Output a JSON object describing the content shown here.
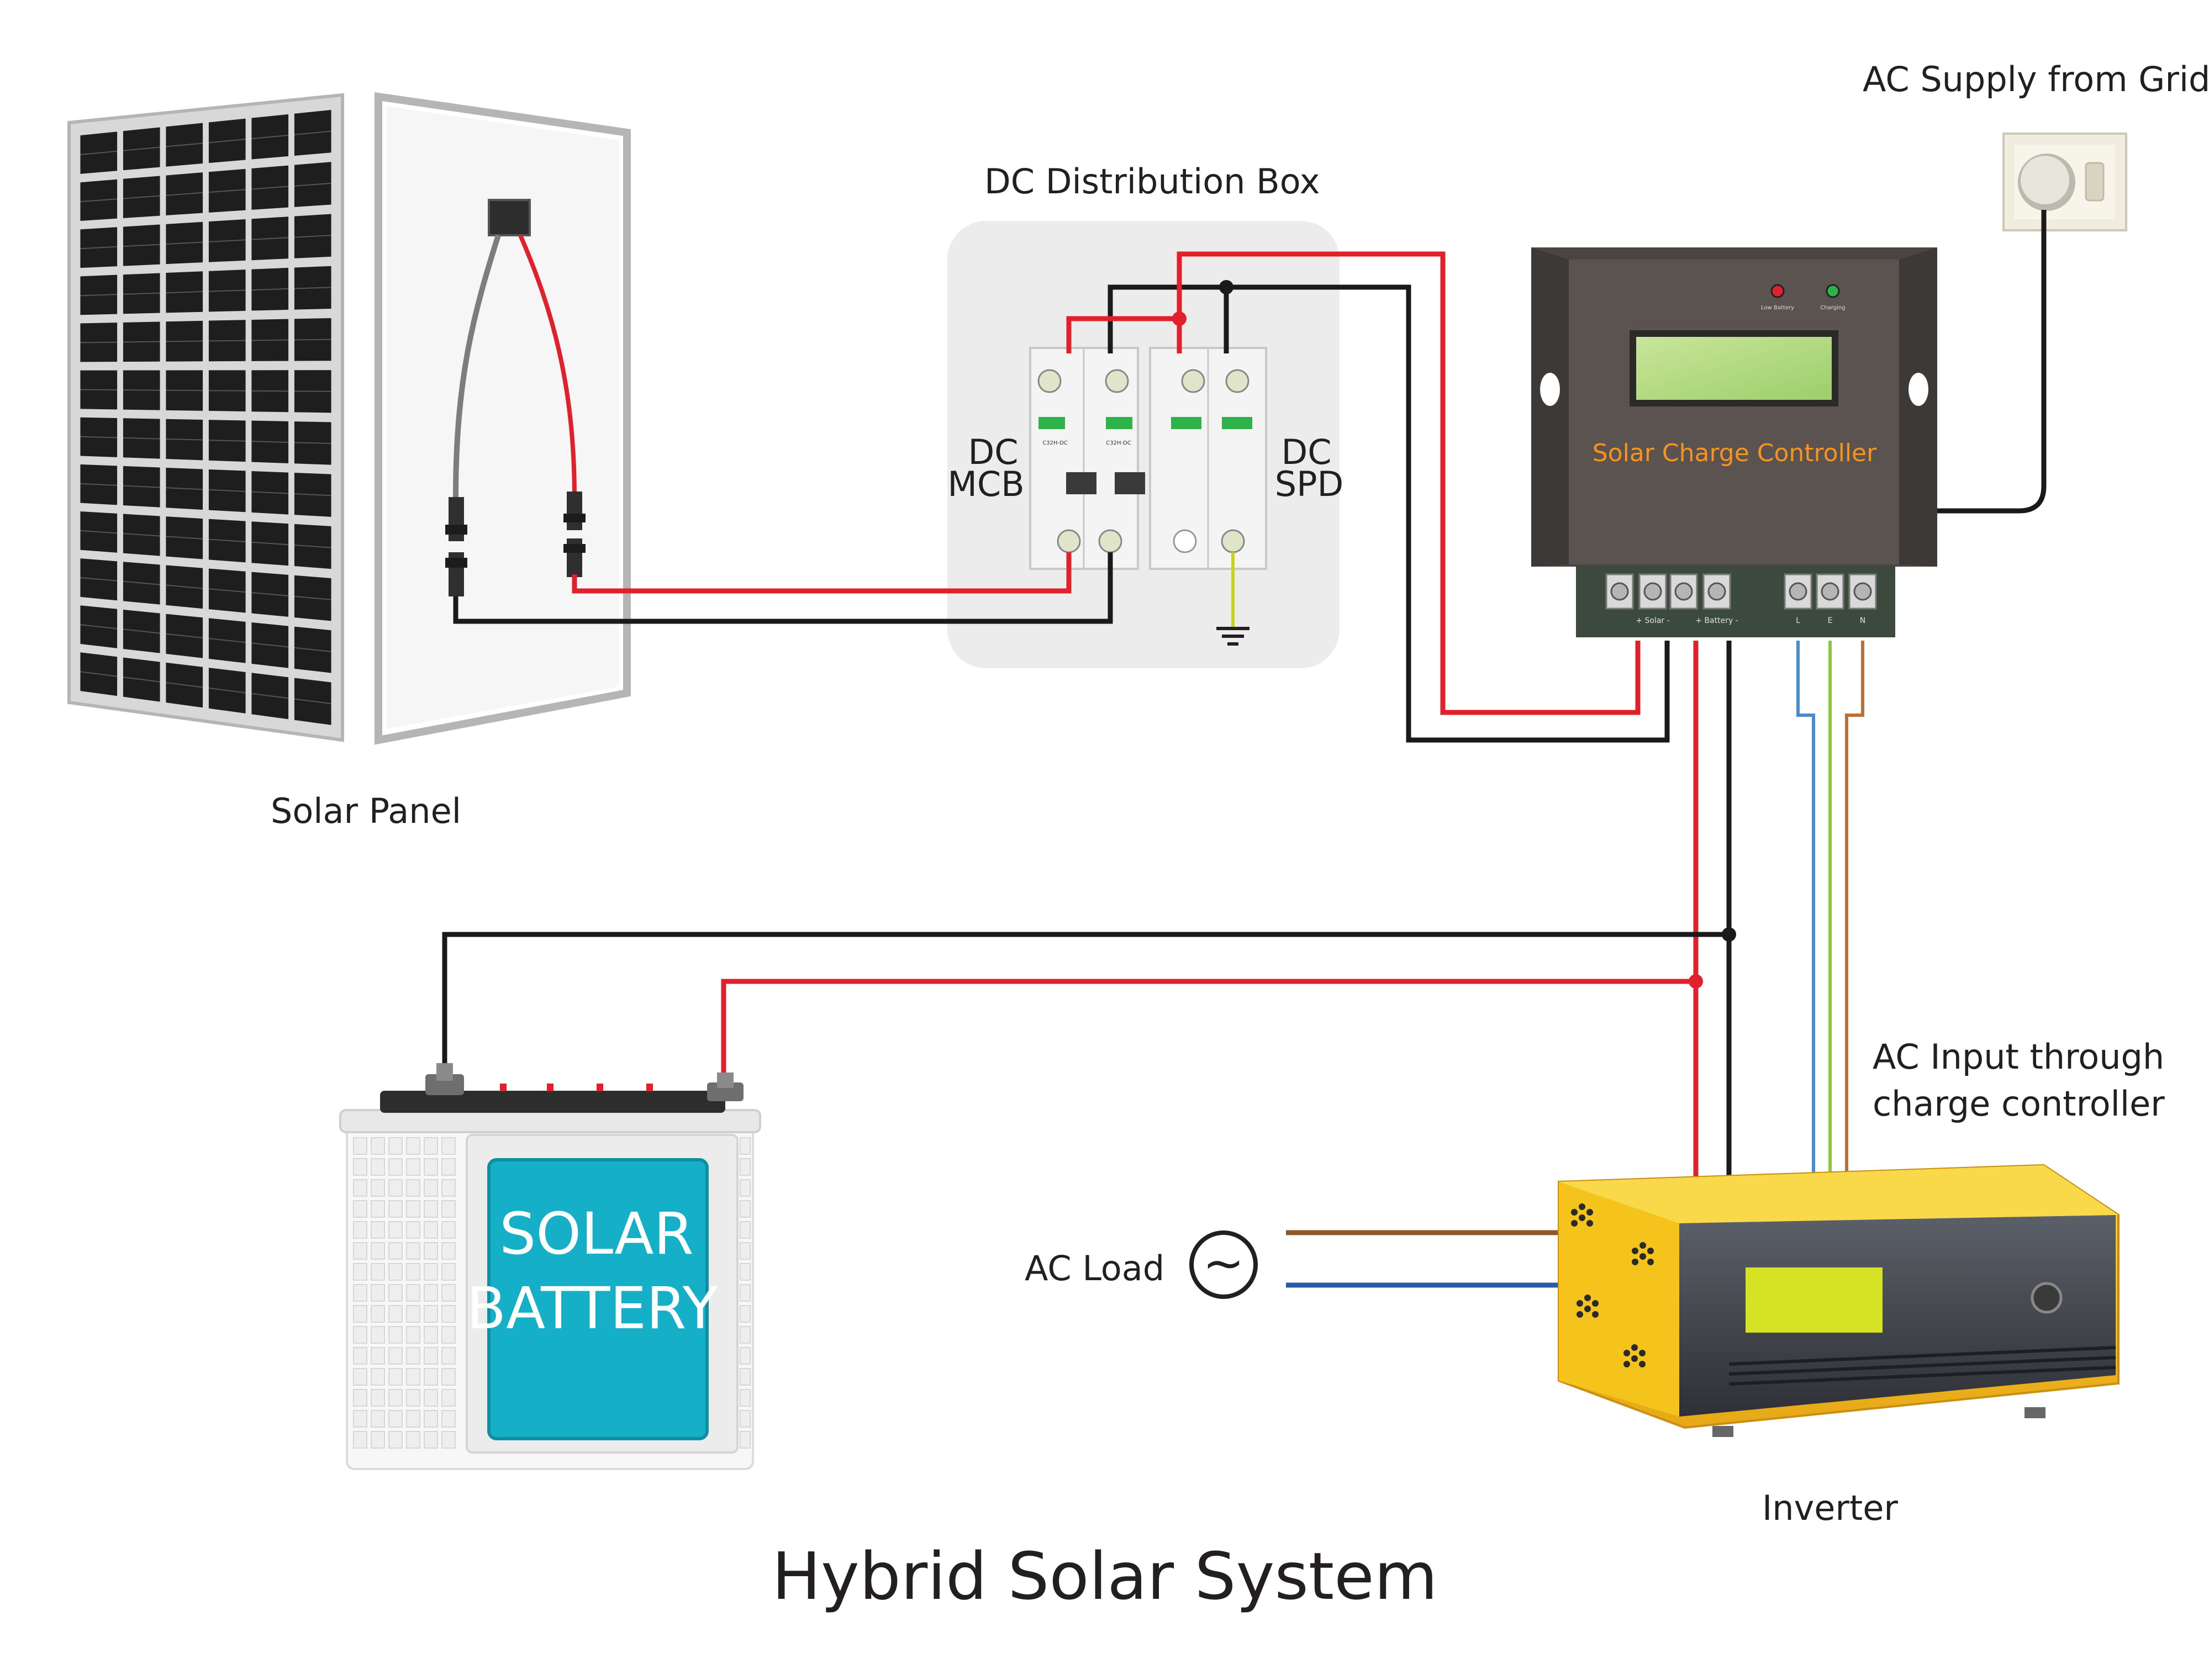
{
  "title": "Hybrid Solar System",
  "labels": {
    "solar_panel": "Solar Panel",
    "dc_distribution_box": "DC Distribution Box",
    "dc_mcb_line1": "DC",
    "dc_mcb_line2": "MCB",
    "dc_spd_line1": "DC",
    "dc_spd_line2": "SPD",
    "ac_supply": "AC Supply from Grid",
    "ac_input_line1": "AC Input through",
    "ac_input_line2": "charge controller",
    "ac_load": "AC Load",
    "inverter": "Inverter",
    "ac_symbol": "~"
  },
  "controller": {
    "name": "Solar Charge Controller",
    "led_low_battery": "Low Battery",
    "led_charging": "Charging",
    "terminal_solar": "+ Solar -",
    "terminal_battery": "+ Battery -",
    "terminal_l": "L",
    "terminal_e": "E",
    "terminal_n": "N"
  },
  "battery": {
    "line1": "SOLAR",
    "line2": "BATTERY"
  },
  "breaker": {
    "model": "C32H-DC"
  },
  "colors": {
    "positive_wire": "#e0202a",
    "negative_wire": "#1a1a1a",
    "live_wire": "#4a8ec9",
    "earth_wire": "#8dc63f",
    "neutral_wire": "#b8713a",
    "load_live": "#8b5a2b",
    "load_neutral": "#2b5aa8",
    "controller_body": "#5a5350",
    "controller_label": "#f7941d",
    "inverter_body": "#f2c21b",
    "battery_label": "#15b0c8"
  }
}
